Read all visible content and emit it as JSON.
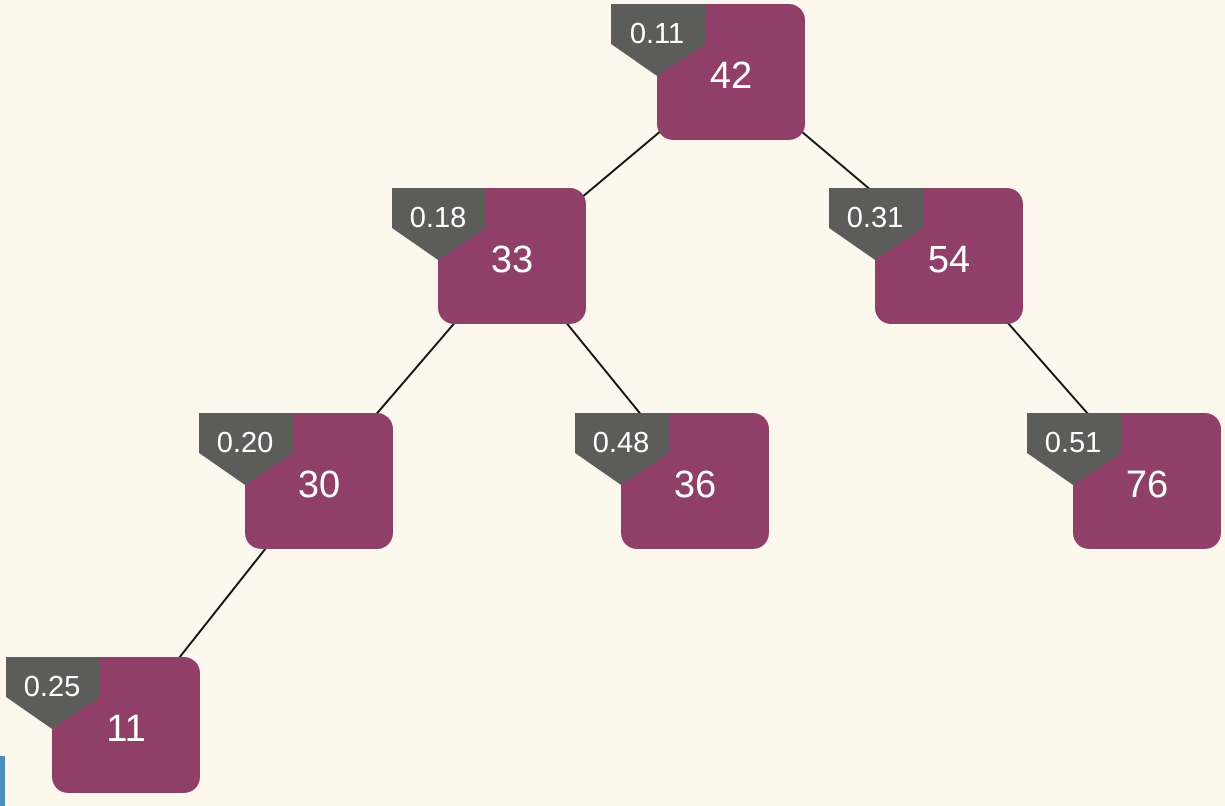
{
  "colors": {
    "background": "#fdf8ee",
    "node_fill": "#8f3f68",
    "tag_fill": "#5c5c5a",
    "text": "#ffffff",
    "edge": "#111111",
    "accent_bar": "#4e8db5"
  },
  "tree": {
    "nodes": [
      {
        "id": "n42",
        "key": "42",
        "priority": "0.11"
      },
      {
        "id": "n33",
        "key": "33",
        "priority": "0.18"
      },
      {
        "id": "n54",
        "key": "54",
        "priority": "0.31"
      },
      {
        "id": "n30",
        "key": "30",
        "priority": "0.20"
      },
      {
        "id": "n36",
        "key": "36",
        "priority": "0.48"
      },
      {
        "id": "n76",
        "key": "76",
        "priority": "0.51"
      },
      {
        "id": "n11",
        "key": "11",
        "priority": "0.25"
      }
    ],
    "edges": [
      {
        "from": "n42",
        "to": "n33"
      },
      {
        "from": "n42",
        "to": "n54"
      },
      {
        "from": "n33",
        "to": "n30"
      },
      {
        "from": "n33",
        "to": "n36"
      },
      {
        "from": "n54",
        "to": "n76"
      },
      {
        "from": "n30",
        "to": "n11"
      }
    ]
  }
}
